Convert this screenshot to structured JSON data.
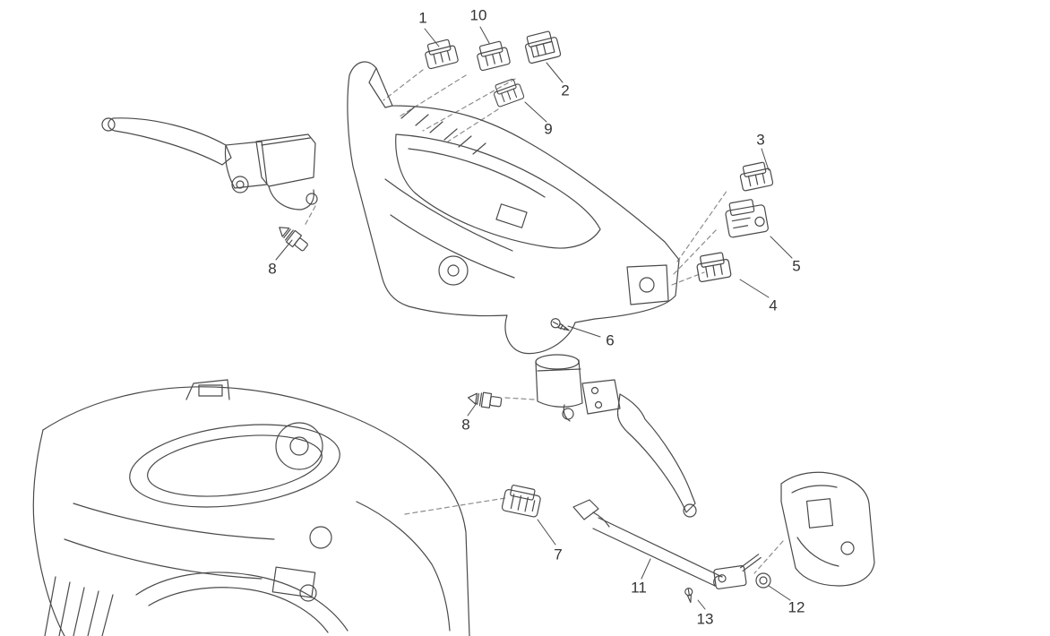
{
  "diagram": {
    "kind": "exploded-parts-diagram",
    "background_color": "#ffffff",
    "line_color": "#4a4a4a",
    "dash_color": "#8c8c8c",
    "label_color": "#333333",
    "callouts": [
      {
        "label": "1",
        "part": "connector"
      },
      {
        "label": "10",
        "part": "connector"
      },
      {
        "label": "2",
        "part": "connector"
      },
      {
        "label": "9",
        "part": "connector"
      },
      {
        "label": "3",
        "part": "connector"
      },
      {
        "label": "5",
        "part": "switch-assembly"
      },
      {
        "label": "4",
        "part": "connector"
      },
      {
        "label": "6",
        "part": "screw"
      },
      {
        "label": "8",
        "part": "stop-light-switch-left"
      },
      {
        "label": "8",
        "part": "stop-light-switch-right"
      },
      {
        "label": "7",
        "part": "connector"
      },
      {
        "label": "11",
        "part": "cable"
      },
      {
        "label": "13",
        "part": "screw"
      },
      {
        "label": "12",
        "part": "bush"
      }
    ]
  }
}
